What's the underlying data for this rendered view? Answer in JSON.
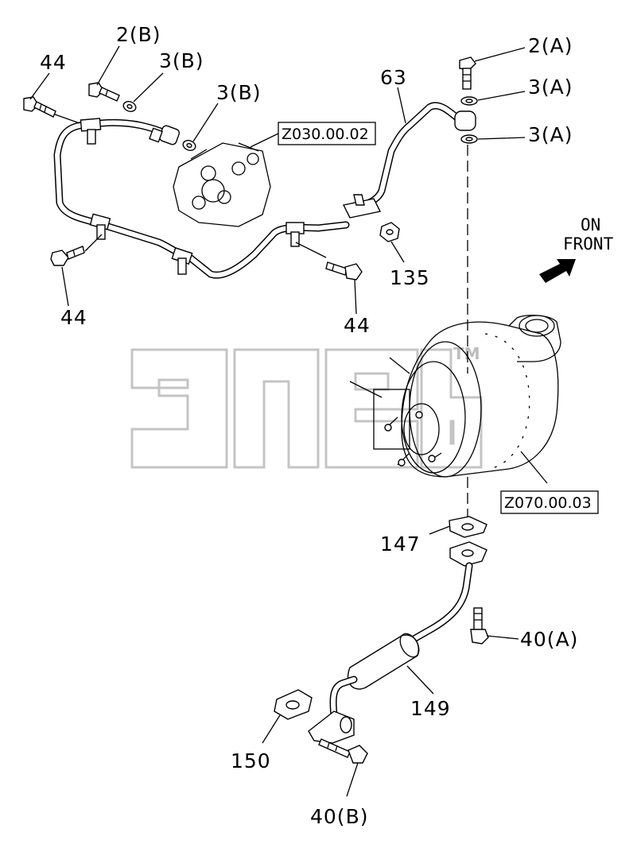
{
  "diagram": {
    "labels": {
      "bolt_44_top": "44",
      "bolt_2b": "2(B)",
      "washer_3b_a": "3(B)",
      "washer_3b_b": "3(B)",
      "bolt_2a": "2(A)",
      "washer_3a_a": "3(A)",
      "washer_3a_b": "3(A)",
      "pipe_63": "63",
      "nut_135": "135",
      "bolt_44_left": "44",
      "bolt_44_right": "44",
      "gasket_147": "147",
      "bolt_40a": "40(A)",
      "pipe_149": "149",
      "gasket_150": "150",
      "bolt_40b": "40(B)"
    },
    "refs": {
      "z030": "Z030.00.02",
      "z070": "Z070.00.03"
    },
    "orientation": {
      "line1": "ON",
      "line2": "FRONT"
    },
    "watermark": {
      "tm": "TM"
    }
  }
}
